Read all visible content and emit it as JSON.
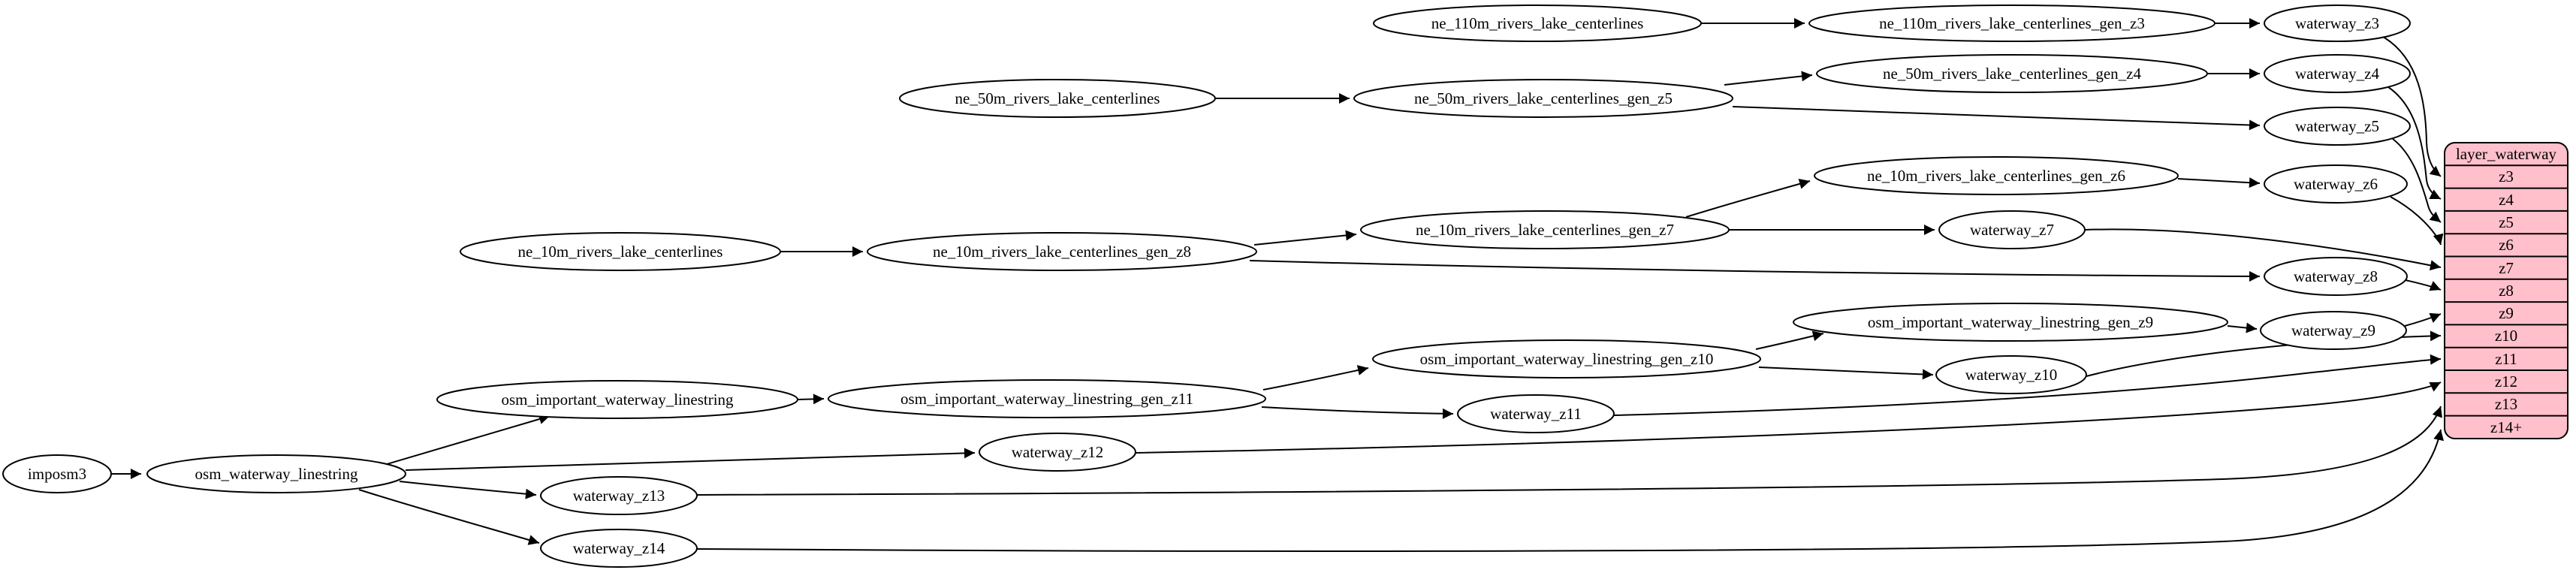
{
  "diagram": {
    "kind": "etl-dependency-graph",
    "colors": {
      "background": "#ffffff",
      "node_fill": "#ffffff",
      "node_stroke": "#000000",
      "edge": "#000000",
      "table_fill": "#ffc0cb",
      "table_stroke": "#000000"
    },
    "nodes": {
      "imposm3": {
        "label": "imposm3"
      },
      "osm_waterway_linestring": {
        "label": "osm_waterway_linestring"
      },
      "osm_important_waterway_linestring": {
        "label": "osm_important_waterway_linestring"
      },
      "ne_10m_rivers_lake_centerlines": {
        "label": "ne_10m_rivers_lake_centerlines"
      },
      "ne_50m_rivers_lake_centerlines": {
        "label": "ne_50m_rivers_lake_centerlines"
      },
      "ne_110m_rivers_lake_centerlines": {
        "label": "ne_110m_rivers_lake_centerlines"
      },
      "ne_110m_rivers_lake_centerlines_gen_z3": {
        "label": "ne_110m_rivers_lake_centerlines_gen_z3"
      },
      "ne_50m_rivers_lake_centerlines_gen_z4": {
        "label": "ne_50m_rivers_lake_centerlines_gen_z4"
      },
      "ne_50m_rivers_lake_centerlines_gen_z5": {
        "label": "ne_50m_rivers_lake_centerlines_gen_z5"
      },
      "ne_10m_rivers_lake_centerlines_gen_z6": {
        "label": "ne_10m_rivers_lake_centerlines_gen_z6"
      },
      "ne_10m_rivers_lake_centerlines_gen_z7": {
        "label": "ne_10m_rivers_lake_centerlines_gen_z7"
      },
      "ne_10m_rivers_lake_centerlines_gen_z8": {
        "label": "ne_10m_rivers_lake_centerlines_gen_z8"
      },
      "osm_important_waterway_linestring_gen_z9": {
        "label": "osm_important_waterway_linestring_gen_z9"
      },
      "osm_important_waterway_linestring_gen_z10": {
        "label": "osm_important_waterway_linestring_gen_z10"
      },
      "osm_important_waterway_linestring_gen_z11": {
        "label": "osm_important_waterway_linestring_gen_z11"
      },
      "waterway_z3": {
        "label": "waterway_z3"
      },
      "waterway_z4": {
        "label": "waterway_z4"
      },
      "waterway_z5": {
        "label": "waterway_z5"
      },
      "waterway_z6": {
        "label": "waterway_z6"
      },
      "waterway_z7": {
        "label": "waterway_z7"
      },
      "waterway_z8": {
        "label": "waterway_z8"
      },
      "waterway_z9": {
        "label": "waterway_z9"
      },
      "waterway_z10": {
        "label": "waterway_z10"
      },
      "waterway_z11": {
        "label": "waterway_z11"
      },
      "waterway_z12": {
        "label": "waterway_z12"
      },
      "waterway_z13": {
        "label": "waterway_z13"
      },
      "waterway_z14": {
        "label": "waterway_z14"
      }
    },
    "table": {
      "header": "layer_waterway",
      "rows": [
        "z3",
        "z4",
        "z5",
        "z6",
        "z7",
        "z8",
        "z9",
        "z10",
        "z11",
        "z12",
        "z13",
        "z14+"
      ]
    },
    "edges": [
      {
        "from": "imposm3",
        "to": "osm_waterway_linestring"
      },
      {
        "from": "osm_waterway_linestring",
        "to": "osm_important_waterway_linestring"
      },
      {
        "from": "osm_waterway_linestring",
        "to": "waterway_z12"
      },
      {
        "from": "osm_waterway_linestring",
        "to": "waterway_z13"
      },
      {
        "from": "osm_waterway_linestring",
        "to": "waterway_z14"
      },
      {
        "from": "osm_important_waterway_linestring",
        "to": "osm_important_waterway_linestring_gen_z11"
      },
      {
        "from": "osm_important_waterway_linestring_gen_z11",
        "to": "osm_important_waterway_linestring_gen_z10"
      },
      {
        "from": "osm_important_waterway_linestring_gen_z11",
        "to": "waterway_z11"
      },
      {
        "from": "osm_important_waterway_linestring_gen_z10",
        "to": "osm_important_waterway_linestring_gen_z9"
      },
      {
        "from": "osm_important_waterway_linestring_gen_z10",
        "to": "waterway_z10"
      },
      {
        "from": "osm_important_waterway_linestring_gen_z9",
        "to": "waterway_z9"
      },
      {
        "from": "ne_10m_rivers_lake_centerlines",
        "to": "ne_10m_rivers_lake_centerlines_gen_z8"
      },
      {
        "from": "ne_10m_rivers_lake_centerlines_gen_z8",
        "to": "ne_10m_rivers_lake_centerlines_gen_z7"
      },
      {
        "from": "ne_10m_rivers_lake_centerlines_gen_z8",
        "to": "waterway_z8"
      },
      {
        "from": "ne_10m_rivers_lake_centerlines_gen_z7",
        "to": "ne_10m_rivers_lake_centerlines_gen_z6"
      },
      {
        "from": "ne_10m_rivers_lake_centerlines_gen_z7",
        "to": "waterway_z7"
      },
      {
        "from": "ne_10m_rivers_lake_centerlines_gen_z6",
        "to": "waterway_z6"
      },
      {
        "from": "ne_50m_rivers_lake_centerlines",
        "to": "ne_50m_rivers_lake_centerlines_gen_z5"
      },
      {
        "from": "ne_50m_rivers_lake_centerlines_gen_z5",
        "to": "ne_50m_rivers_lake_centerlines_gen_z4"
      },
      {
        "from": "ne_50m_rivers_lake_centerlines_gen_z5",
        "to": "waterway_z5"
      },
      {
        "from": "ne_50m_rivers_lake_centerlines_gen_z4",
        "to": "waterway_z4"
      },
      {
        "from": "ne_110m_rivers_lake_centerlines",
        "to": "ne_110m_rivers_lake_centerlines_gen_z3"
      },
      {
        "from": "ne_110m_rivers_lake_centerlines_gen_z3",
        "to": "waterway_z3"
      },
      {
        "from": "waterway_z3",
        "to": "layer_waterway.z3"
      },
      {
        "from": "waterway_z4",
        "to": "layer_waterway.z4"
      },
      {
        "from": "waterway_z5",
        "to": "layer_waterway.z5"
      },
      {
        "from": "waterway_z6",
        "to": "layer_waterway.z6"
      },
      {
        "from": "waterway_z7",
        "to": "layer_waterway.z7"
      },
      {
        "from": "waterway_z8",
        "to": "layer_waterway.z8"
      },
      {
        "from": "waterway_z9",
        "to": "layer_waterway.z9"
      },
      {
        "from": "waterway_z10",
        "to": "layer_waterway.z10"
      },
      {
        "from": "waterway_z11",
        "to": "layer_waterway.z11"
      },
      {
        "from": "waterway_z12",
        "to": "layer_waterway.z12"
      },
      {
        "from": "waterway_z13",
        "to": "layer_waterway.z13"
      },
      {
        "from": "waterway_z14",
        "to": "layer_waterway.z14+"
      }
    ]
  }
}
